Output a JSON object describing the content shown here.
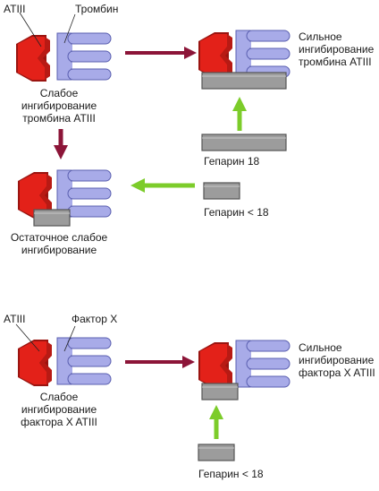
{
  "top_panel": {
    "atiii_label": "ATIII",
    "thrombin_label": "Тромбин",
    "weak_caption": [
      "Слабое",
      "ингибирование",
      "тромбина ATIII"
    ],
    "strong_caption": [
      "Сильное",
      "ингибирование",
      "тромбина ATIII"
    ],
    "heparin_long_label": "Гепарин 18",
    "heparin_short_label": "Гепарин  <  18",
    "residual_caption": [
      "Остаточное слабое",
      "ингибирование"
    ]
  },
  "bottom_panel": {
    "atiii_label": "ATIII",
    "factor_label": "Фактор X",
    "weak_caption": [
      "Слабое",
      "ингибирование",
      "фактора X ATIII"
    ],
    "strong_caption": [
      "Сильное",
      "ингибирование",
      "фактора X ATIII"
    ],
    "heparin_short_label": "Гепарин  < 18"
  },
  "colors": {
    "atiii_red": "#e32119",
    "atiii_dark": "#9a1410",
    "enzyme_blue": "#a8abe8",
    "enzyme_outline": "#5a5fb0",
    "heparin_gray": "#9c9c9c",
    "heparin_dark": "#555555",
    "arrow_maroon": "#8c1538",
    "arrow_green": "#7ccc2a"
  }
}
